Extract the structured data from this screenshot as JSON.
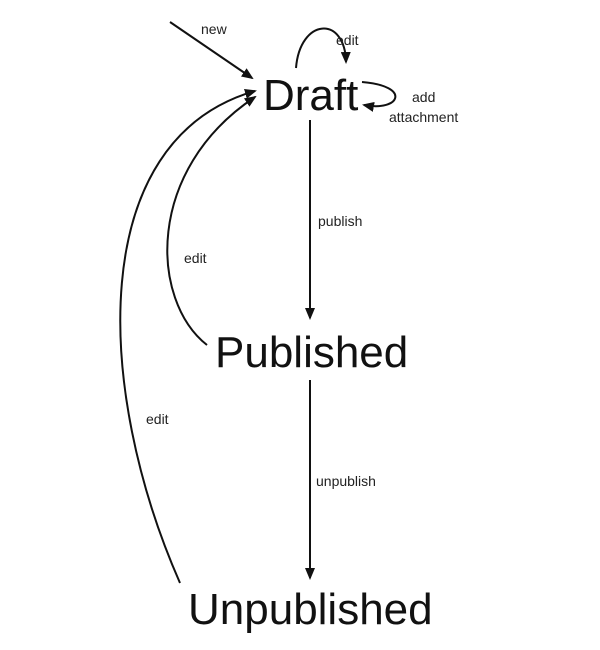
{
  "diagram": {
    "type": "state-machine",
    "states": {
      "draft": "Draft",
      "published": "Published",
      "unpublished": "Unpublished"
    },
    "transitions": {
      "new": "new",
      "edit_self": "edit",
      "add_attachment_line1": "add",
      "add_attachment_line2": "attachment",
      "publish": "publish",
      "unpublish": "unpublish",
      "edit_from_published": "edit",
      "edit_from_unpublished": "edit"
    },
    "colors": {
      "background": "#ffffff",
      "ink": "#111111"
    }
  }
}
